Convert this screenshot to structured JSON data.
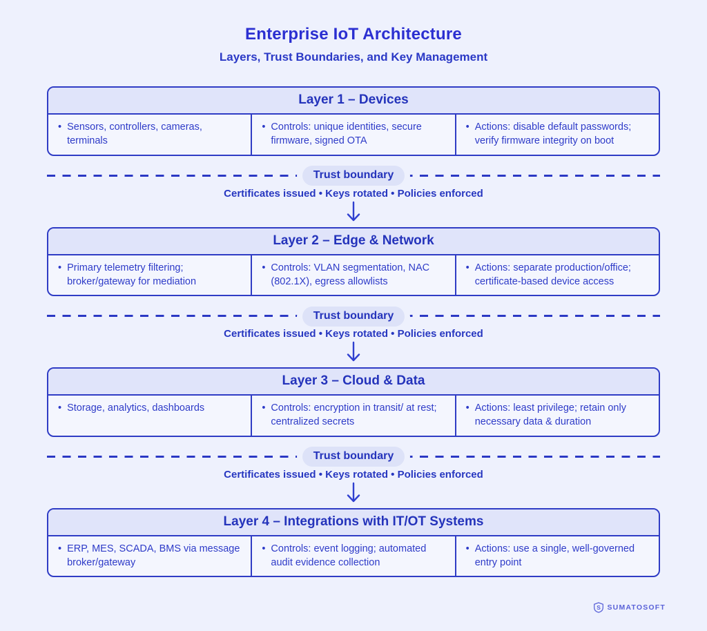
{
  "header": {
    "title": "Enterprise IoT Architecture",
    "subtitle": "Layers, Trust Boundaries, and Key Management"
  },
  "layers": [
    {
      "title": "Layer 1 – Devices",
      "cells": [
        "Sensors, controllers, cameras, terminals",
        "Controls: unique identities, secure firmware, signed OTA",
        "Actions: disable default passwords; verify firmware integrity on boot"
      ]
    },
    {
      "title": "Layer 2 – Edge & Network",
      "cells": [
        "Primary telemetry filtering; broker/gateway for mediation",
        "Controls: VLAN segmentation, NAC (802.1X), egress allowlists",
        "Actions: separate production/office; certificate-based device access"
      ]
    },
    {
      "title": "Layer 3 – Cloud & Data",
      "cells": [
        "Storage, analytics, dashboards",
        "Controls: encryption in transit/ at rest; centralized secrets",
        "Actions: least privilege; retain only necessary data & duration"
      ]
    },
    {
      "title": "Layer 4 – Integrations with IT/OT Systems",
      "cells": [
        "ERP, MES, SCADA, BMS via message broker/gateway",
        "Controls: event logging; automated audit evidence collection",
        "Actions: use a single, well-governed entry point"
      ]
    }
  ],
  "boundary": {
    "label": "Trust boundary",
    "caption": "Certificates issued • Keys rotated • Policies enforced"
  },
  "glyphs": {
    "bullet": "•"
  },
  "footer": {
    "brand": "SUMATOSOFT"
  },
  "colors": {
    "page_bg": "#eef1fd",
    "box_bg": "#f4f6fe",
    "box_header_bg": "#e0e4fa",
    "border_blue": "#2f3cc5",
    "title_blue": "#2b2fd1",
    "text_blue": "#2e3bc8",
    "pill_bg": "#dde2f8",
    "brand_purple": "#5a62d8"
  }
}
